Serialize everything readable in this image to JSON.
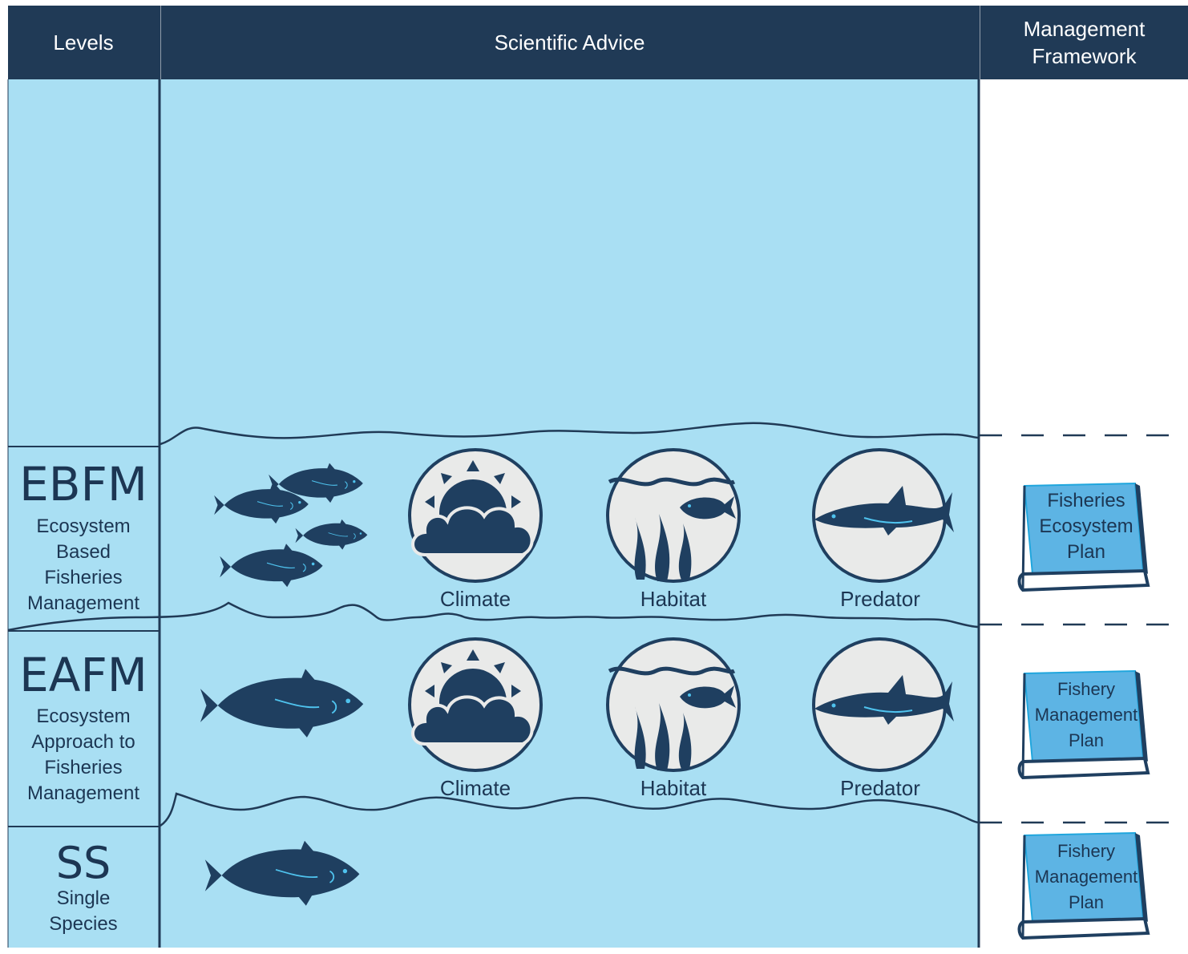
{
  "headers": {
    "levels": "Levels",
    "scientific_advice": "Scientific Advice",
    "management_framework_line1": "Management",
    "management_framework_line2": "Framework"
  },
  "levels": [
    {
      "abbr": "EBFM",
      "name_lines": [
        "Ecosystem",
        "Based",
        "Fisheries",
        "Management"
      ]
    },
    {
      "abbr": "EAFM",
      "name_lines": [
        "Ecosystem",
        "Approach to",
        "Fisheries",
        "Management"
      ]
    },
    {
      "abbr": "SS",
      "name_lines": [
        "Single",
        "Species"
      ]
    }
  ],
  "advice_factors": [
    "Climate",
    "Habitat",
    "Predator"
  ],
  "plans": [
    {
      "lines": [
        "Fisheries",
        "Ecosystem",
        "Plan"
      ]
    },
    {
      "lines": [
        "Fishery",
        "Management",
        "Plan"
      ]
    },
    {
      "lines": [
        "Fishery",
        "Management",
        "Plan"
      ]
    }
  ],
  "icons": {
    "fish_school": "fish-school-icon",
    "single_fish": "grouper-fish-icon",
    "climate": "sun-cloud-icon",
    "habitat": "seaweed-fish-icon",
    "predator": "shark-icon",
    "plan": "book-icon"
  },
  "colors": {
    "header": "#203a56",
    "water": "#a9dff3",
    "ink": "#1c3653",
    "circle_fill": "#e9eae9",
    "book": "#5db4e4",
    "outline": "#20a6dd"
  }
}
